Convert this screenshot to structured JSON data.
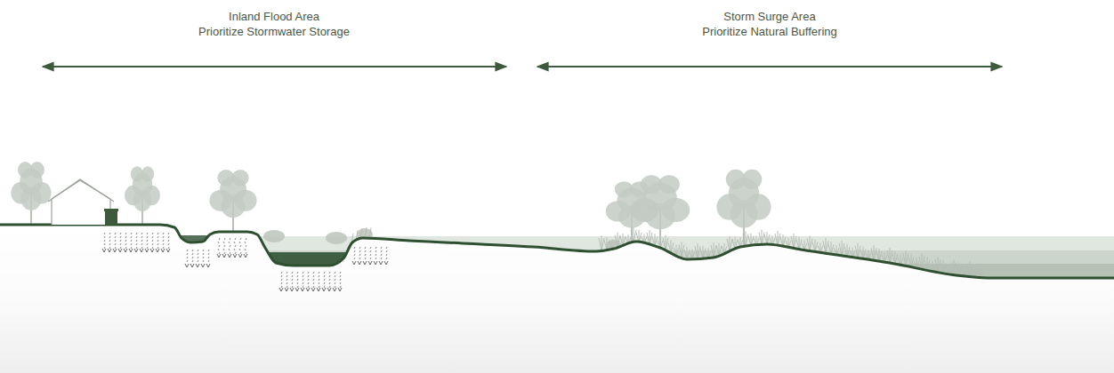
{
  "diagram": {
    "labels": [
      "Inland Flood Area",
      "Prioritize Stormwater Storage",
      "Storm Surge Area",
      "Prioritize Natural Buffering"
    ]
  }
}
